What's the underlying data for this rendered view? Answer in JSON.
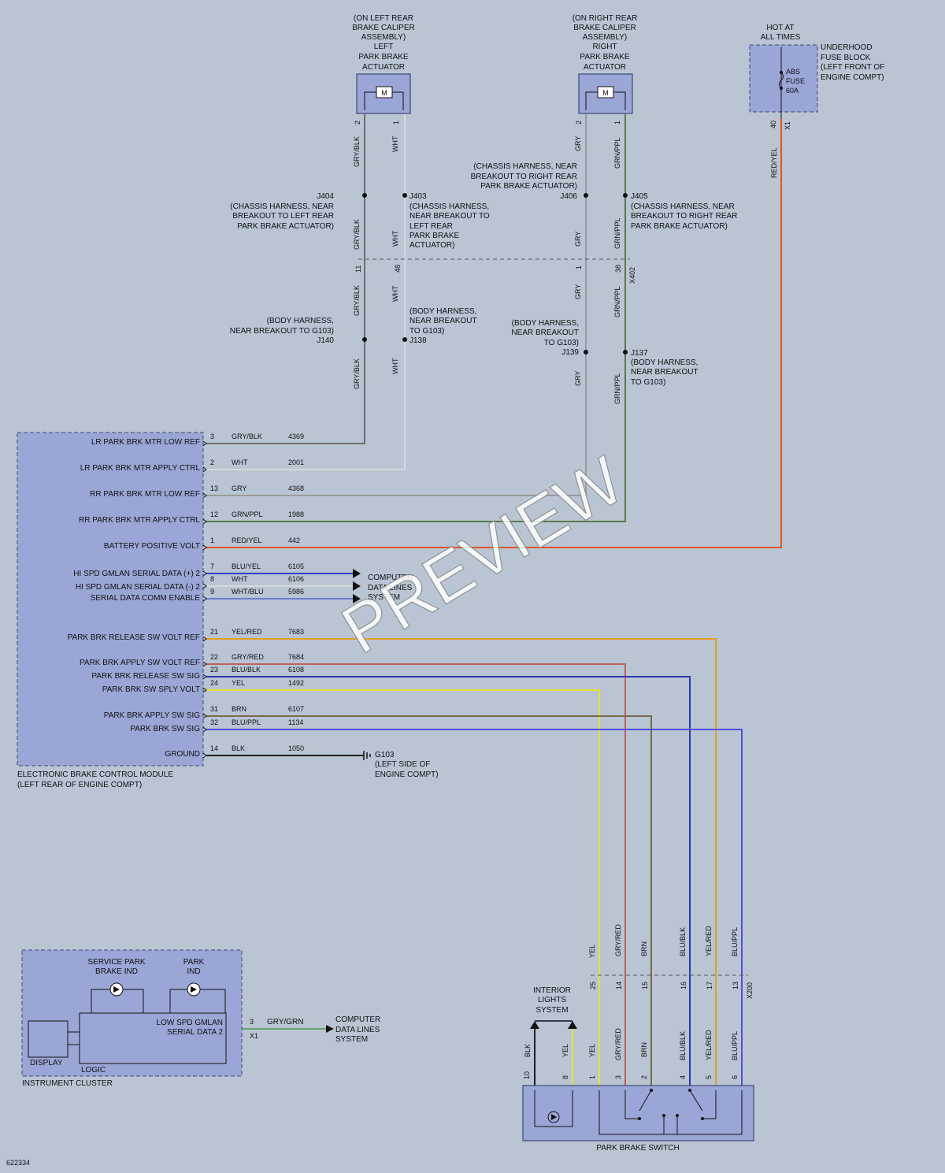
{
  "diagram_id": "622334",
  "watermark": "PREVIEW",
  "colors": {
    "background": "#b9c5d3",
    "component_fill": "#9aa6d6",
    "wire_gry": "#9a9a9a",
    "wire_gry_blk": "#6e6e6e",
    "wire_wht": "#d8d8d8",
    "wire_grn_ppl": "#5a7a4a",
    "wire_red_yel": "#e0541e",
    "wire_blu_yel": "#3040d0",
    "wire_yel_red": "#e0a020",
    "wire_gry_red": "#c06060",
    "wire_blu_blk": "#2a3aa8",
    "wire_yel": "#e8e030",
    "wire_brn": "#7a6a4a",
    "wire_blu_ppl": "#5050e0",
    "wire_gry_grn": "#6aa070",
    "wire_blk": "#202020"
  },
  "left_actuator": {
    "lines": [
      "(ON LEFT REAR",
      "BRAKE CALIPER",
      "ASSEMBLY)",
      "LEFT",
      "PARK BRAKE",
      "ACTUATOR"
    ],
    "motor": "M",
    "pins": [
      "2",
      "1"
    ]
  },
  "right_actuator": {
    "lines": [
      "(ON RIGHT REAR",
      "BRAKE CALIPER",
      "ASSEMBLY)",
      "RIGHT",
      "PARK BRAKE",
      "ACTUATOR"
    ],
    "motor": "M",
    "pins": [
      "2",
      "1"
    ]
  },
  "fuse_block": {
    "hot_label": [
      "HOT AT",
      "ALL TIMES"
    ],
    "fuse": [
      "ABS",
      "FUSE",
      "60A"
    ],
    "location": [
      "UNDERHOOD",
      "FUSE BLOCK",
      "(LEFT FRONT OF",
      "ENGINE COMPT)"
    ],
    "pin": "40",
    "connector": "X1",
    "wire": "RED/YEL"
  },
  "splices": {
    "J404": [
      "J404",
      "(CHASSIS HARNESS, NEAR",
      "BREAKOUT TO LEFT REAR",
      "PARK BRAKE ACTUATOR)"
    ],
    "J403": [
      "J403",
      "(CHASSIS HARNESS,",
      "NEAR BREAKOUT TO",
      "LEFT REAR",
      "PARK BRAKE",
      "ACTUATOR)"
    ],
    "J406": [
      "(CHASSIS HARNESS, NEAR",
      "BREAKOUT TO RIGHT REAR",
      "PARK BRAKE ACTUATOR)",
      "J406"
    ],
    "J405": [
      "J405",
      "(CHASSIS HARNESS, NEAR",
      "BREAKOUT TO RIGHT REAR",
      "PARK BRAKE ACTUATOR)"
    ],
    "J140": [
      "(BODY HARNESS,",
      "NEAR BREAKOUT TO G103)",
      "J140"
    ],
    "J138": [
      "(BODY HARNESS,",
      "NEAR BREAKOUT",
      "TO G103)",
      "J138"
    ],
    "J139": [
      "(BODY HARNESS,",
      "NEAR BREAKOUT",
      "TO G103)",
      "J139"
    ],
    "J137": [
      "J137",
      "(BODY HARNESS,",
      "NEAR BREAKOUT",
      "TO G103)"
    ]
  },
  "vertical_wire_labels": {
    "gry_blk": "GRY/BLK",
    "wht": "WHT",
    "gry": "GRY",
    "grn_ppl": "GRN/PPL"
  },
  "x402": {
    "connector": "X402",
    "pins": [
      "11",
      "48",
      "1",
      "38"
    ]
  },
  "ebcm": {
    "title": [
      "ELECTRONIC BRAKE CONTROL MODULE",
      "(LEFT REAR OF ENGINE COMPT)"
    ],
    "rows": [
      {
        "label": "LR PARK BRK MTR LOW REF",
        "pin": "3",
        "wire": "GRY/BLK",
        "circuit": "4369"
      },
      {
        "label": "LR PARK BRK MTR APPLY CTRL",
        "pin": "2",
        "wire": "WHT",
        "circuit": "2001"
      },
      {
        "label": "RR PARK BRK MTR LOW REF",
        "pin": "13",
        "wire": "GRY",
        "circuit": "4368"
      },
      {
        "label": "RR PARK BRK MTR APPLY CTRL",
        "pin": "12",
        "wire": "GRN/PPL",
        "circuit": "1988"
      },
      {
        "label": "BATTERY POSITIVE VOLT",
        "pin": "1",
        "wire": "RED/YEL",
        "circuit": "442"
      },
      {
        "label": "HI SPD GMLAN SERIAL DATA (+) 2",
        "pin": "7",
        "wire": "BLU/YEL",
        "circuit": "6105"
      },
      {
        "label": "HI SPD GMLAN SERIAL DATA (-) 2",
        "pin": "8",
        "wire": "WHT",
        "circuit": "6106"
      },
      {
        "label": "SERIAL DATA COMM ENABLE",
        "pin": "9",
        "wire": "WHT/BLU",
        "circuit": "5986"
      },
      {
        "label": "PARK BRK RELEASE SW VOLT REF",
        "pin": "21",
        "wire": "YEL/RED",
        "circuit": "7683"
      },
      {
        "label": "PARK BRK APPLY SW VOLT REF",
        "pin": "22",
        "wire": "GRY/RED",
        "circuit": "7684"
      },
      {
        "label": "PARK BRK RELEASE SW SIG",
        "pin": "23",
        "wire": "BLU/BLK",
        "circuit": "6108"
      },
      {
        "label": "PARK BRK SW SPLY VOLT",
        "pin": "24",
        "wire": "YEL",
        "circuit": "1492"
      },
      {
        "label": "PARK BRK APPLY SW SIG",
        "pin": "31",
        "wire": "BRN",
        "circuit": "6107"
      },
      {
        "label": "PARK BRK SW SIG",
        "pin": "32",
        "wire": "BLU/PPL",
        "circuit": "1134"
      },
      {
        "label": "GROUND",
        "pin": "14",
        "wire": "BLK",
        "circuit": "1050"
      }
    ]
  },
  "computer_data_lines": [
    "COMPUTER",
    "DATA LINES",
    "SYSTEM"
  ],
  "ground": [
    "G103",
    "(LEFT SIDE OF",
    "ENGINE COMPT)"
  ],
  "x200": {
    "connector": "X200",
    "pins": [
      "25",
      "14",
      "15",
      "16",
      "17",
      "13"
    ],
    "wires": [
      "YEL",
      "GRY/RED",
      "BRN",
      "BLU/BLK",
      "YEL/RED",
      "BLU/PPL"
    ]
  },
  "park_brake_switch": {
    "title": "PARK BRAKE SWITCH",
    "pins": [
      "10",
      "8",
      "1",
      "3",
      "2",
      "4",
      "5",
      "6"
    ],
    "wires": [
      "BLK",
      "YEL",
      "YEL",
      "GRY/RED",
      "BRN",
      "BLU/BLK",
      "YEL/RED",
      "BLU/PPL"
    ]
  },
  "interior_lights": [
    "INTERIOR",
    "LIGHTS",
    "SYSTEM"
  ],
  "instrument_cluster": {
    "title": "INSTRUMENT CLUSTER",
    "service_ind": [
      "SERVICE PARK",
      "BRAKE IND"
    ],
    "park_ind": [
      "PARK",
      "IND"
    ],
    "serial": [
      "LOW SPD GMLAN",
      "SERIAL DATA 2"
    ],
    "display": "DISPLAY",
    "logic": "LOGIC",
    "pin": "3",
    "connector": "X1",
    "wire": "GRY/GRN"
  }
}
